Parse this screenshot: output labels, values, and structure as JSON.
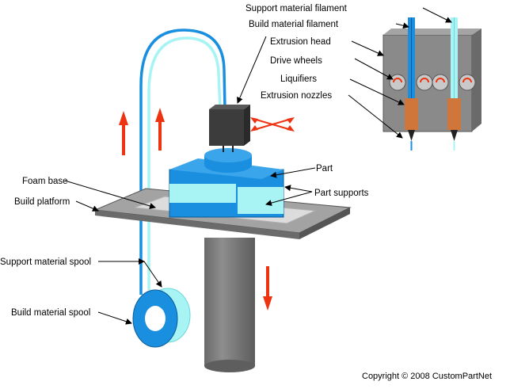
{
  "labels": {
    "support_material_filament": "Support material filament",
    "build_material_filament": "Build material filament",
    "extrusion_head": "Extrusion head",
    "drive_wheels": "Drive wheels",
    "liquifiers": "Liquifiers",
    "extrusion_nozzles": "Extrusion nozzles",
    "part": "Part",
    "part_supports": "Part supports",
    "foam_base": "Foam base",
    "build_platform": "Build platform",
    "support_material_spool": "Support material spool",
    "build_material_spool": "Build material spool"
  },
  "copyright": "Copyright © 2008 CustomPartNet",
  "colors": {
    "build_blue": "#1a8fe0",
    "support_cyan": "#a8f4f4",
    "arrow_red": "#ee3311",
    "machine_gray": "#888888",
    "liquifier_orange": "#d0763a"
  }
}
